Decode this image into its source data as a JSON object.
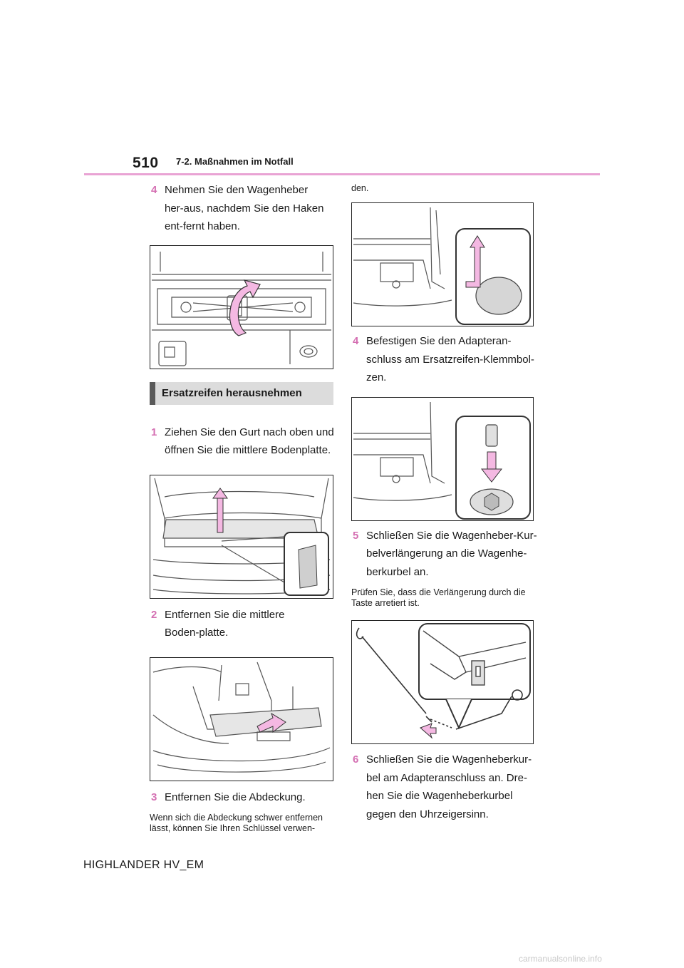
{
  "header": {
    "page_number": "510",
    "section": "7-2. Maßnahmen im Notfall"
  },
  "left_column": {
    "step_4": {
      "num": "4",
      "text": "Nehmen Sie den Wagenheber her-aus, nachdem Sie den Haken ent-fernt haben."
    },
    "section_heading": "Ersatzreifen herausnehmen",
    "step_1": {
      "num": "1",
      "text": "Ziehen Sie den Gurt nach oben und öffnen Sie die mittlere Bodenplatte."
    },
    "step_2": {
      "num": "2",
      "text": "Entfernen Sie die mittlere Boden-platte."
    },
    "step_3": {
      "num": "3",
      "text": "Entfernen Sie die Abdeckung."
    },
    "note_3": "Wenn sich die Abdeckung schwer entfernen lässt, können Sie Ihren Schlüssel verwen-"
  },
  "right_column": {
    "note_cont": "den.",
    "step_4": {
      "num": "4",
      "text": "Befestigen Sie den Adapteran-schluss am Ersatzreifen-Klemmbol-zen."
    },
    "step_5": {
      "num": "5",
      "text": "Schließen Sie die Wagenheber-Kur-belverlängerung an die Wagenhe-berkurbel an."
    },
    "note_5": "Prüfen Sie, dass die Verlängerung durch die Taste arretiert ist.",
    "step_6": {
      "num": "6",
      "text": "Schließen Sie die Wagenheberkur-bel am Adapteranschluss an. Dre-hen Sie die Wagenheberkurbel gegen den Uhrzeigersinn."
    }
  },
  "footer": {
    "model": "HIGHLANDER HV_EM"
  },
  "watermark": "carmanualsonline.info",
  "colors": {
    "accent": "#d46fb2",
    "rule": "#e9a3d4",
    "arrow_fill": "#f4b8e2",
    "heading_bg": "#dcdcdc",
    "heading_mark": "#5a5a5a"
  }
}
